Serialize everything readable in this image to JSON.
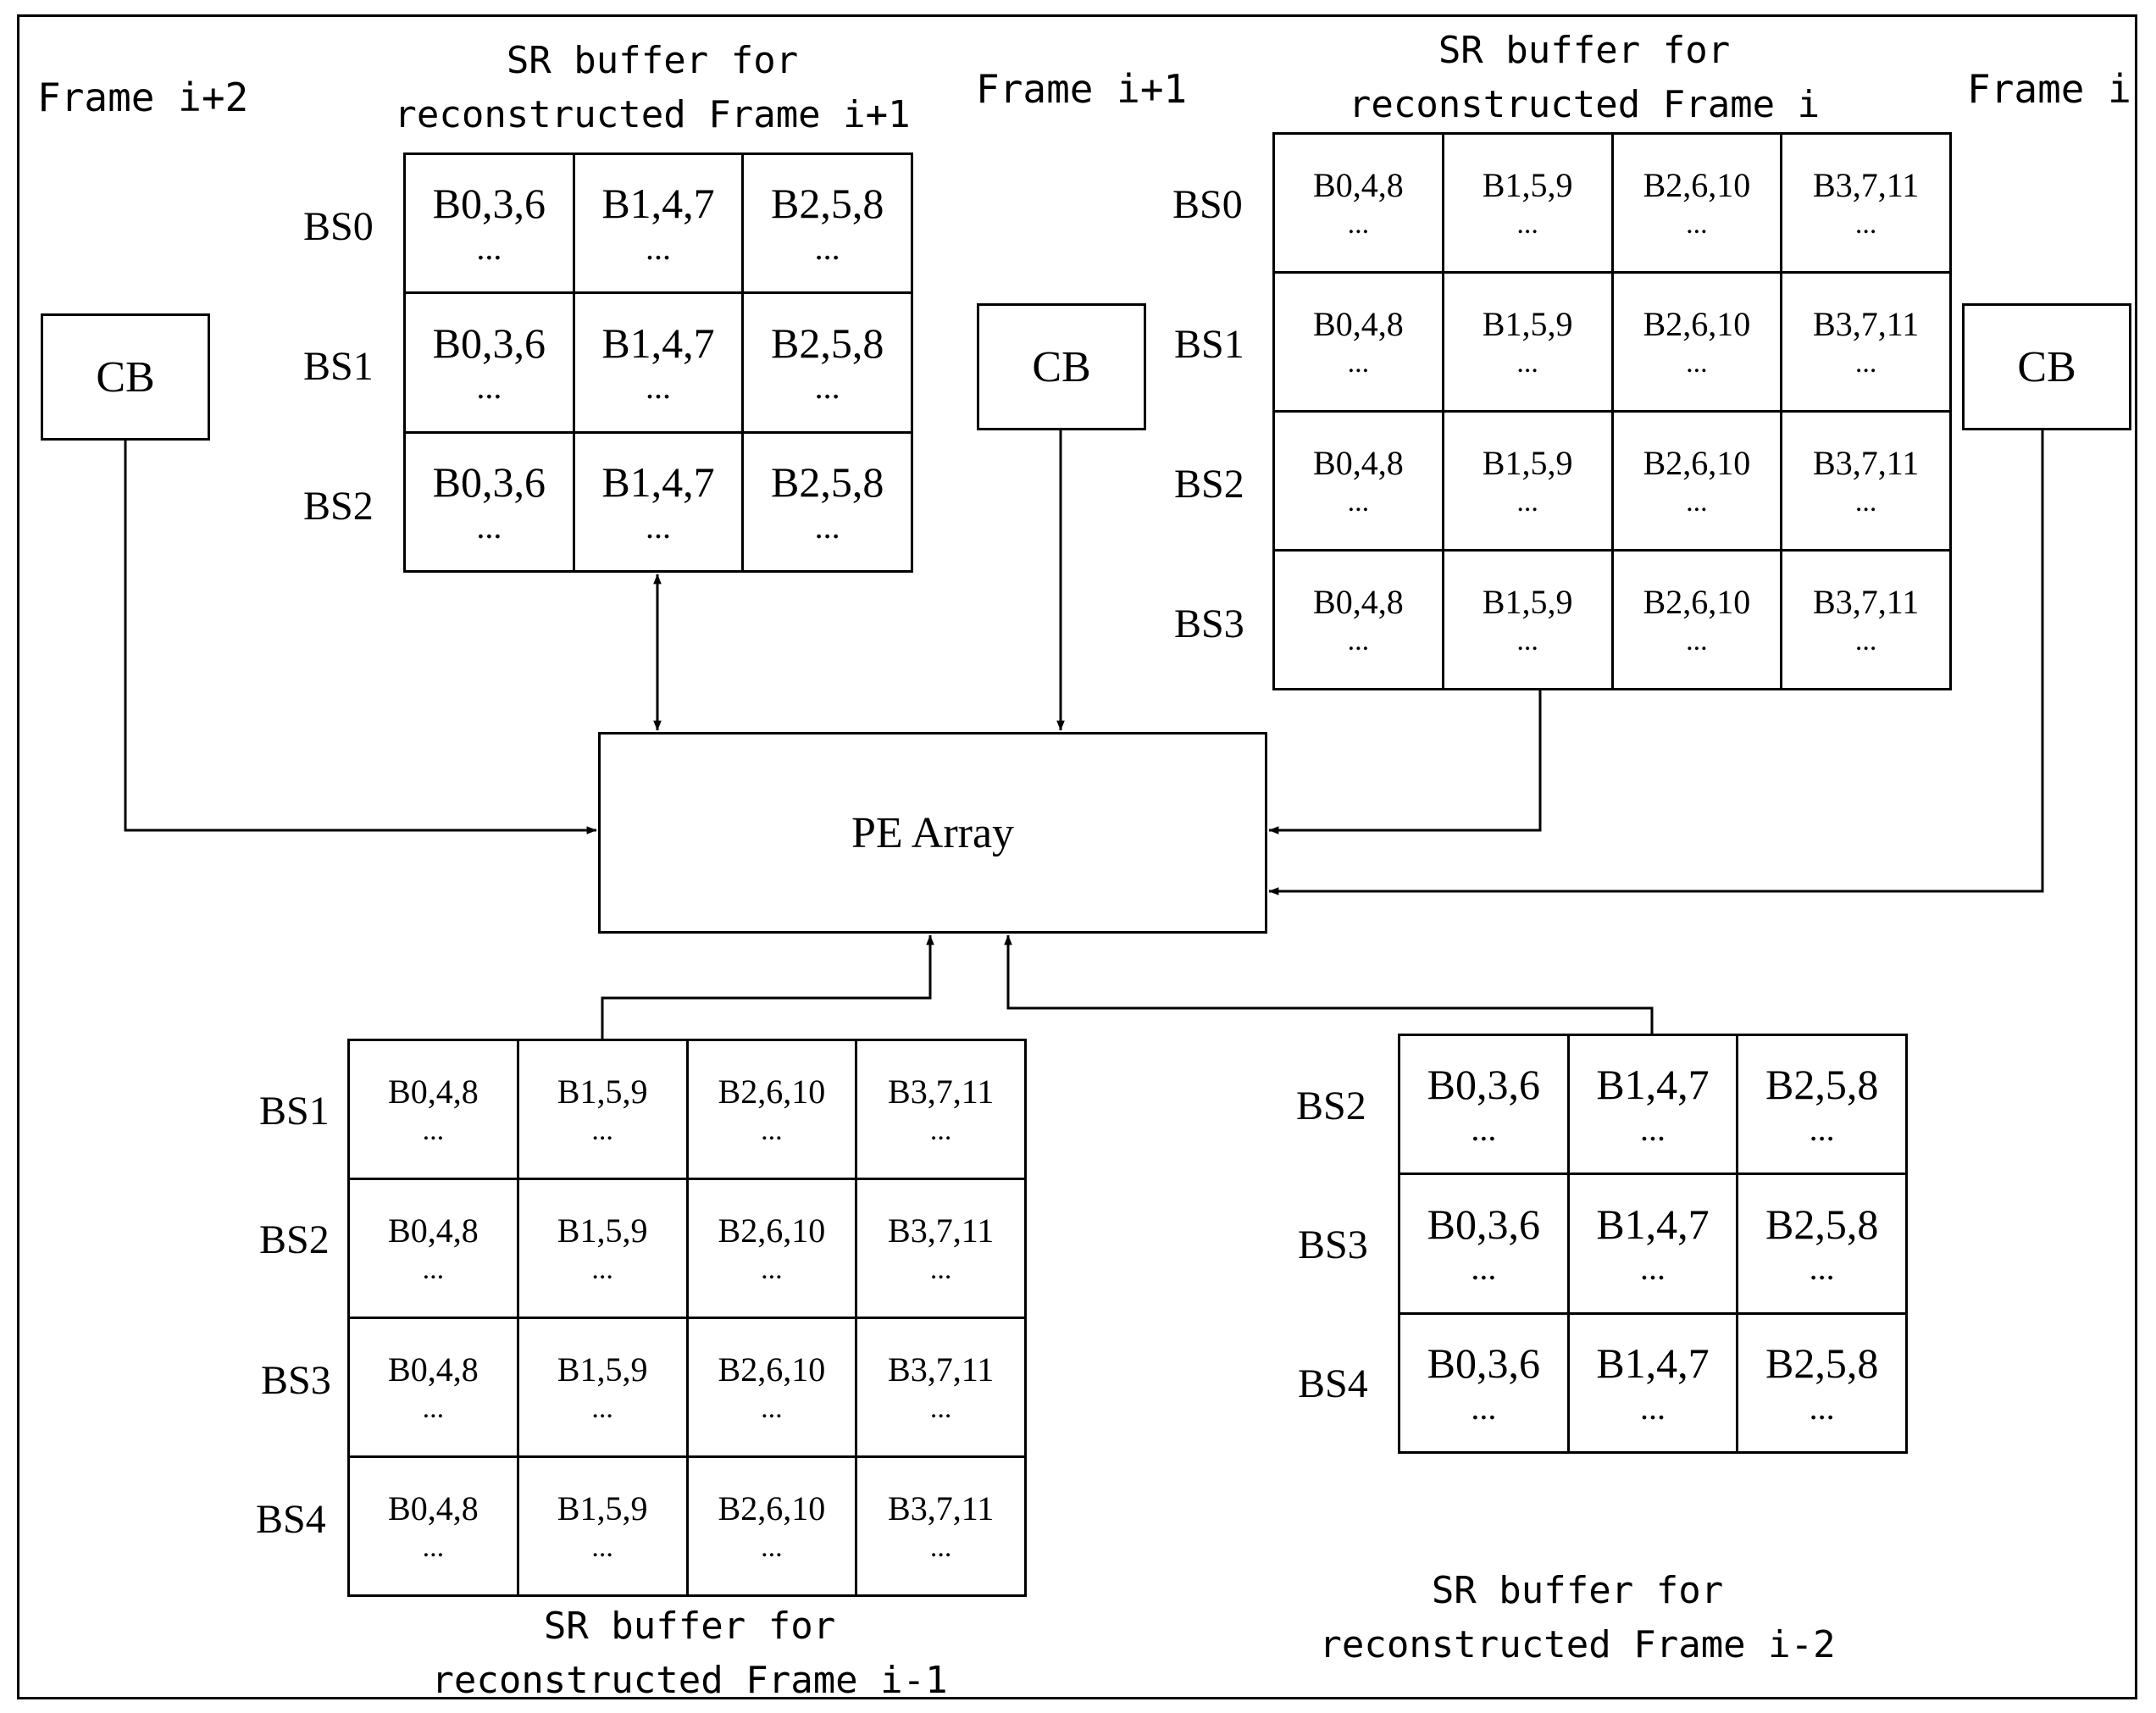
{
  "frames": {
    "frame_i2": "Frame i+2",
    "frame_i1": "Frame i+1",
    "frame_i": "Frame i"
  },
  "cb_label": "CB",
  "pe_label": "PE Array",
  "ellipsis": "...",
  "buffers": {
    "i1": {
      "caption": [
        "SR buffer for",
        "reconstructed Frame i+1"
      ],
      "rows": [
        "BS0",
        "BS1",
        "BS2"
      ],
      "cols": [
        "B0,3,6",
        "B1,4,7",
        "B2,5,8"
      ]
    },
    "i": {
      "caption": [
        "SR buffer for",
        "reconstructed Frame i"
      ],
      "rows": [
        "BS0",
        "BS1",
        "BS2",
        "BS3"
      ],
      "cols": [
        "B0,4,8",
        "B1,5,9",
        "B2,6,10",
        "B3,7,11"
      ]
    },
    "im1": {
      "caption": [
        "SR buffer for",
        "reconstructed Frame i-1"
      ],
      "rows": [
        "BS1",
        "BS2",
        "BS3",
        "BS4"
      ],
      "cols": [
        "B0,4,8",
        "B1,5,9",
        "B2,6,10",
        "B3,7,11"
      ]
    },
    "im2": {
      "caption": [
        "SR buffer for",
        "reconstructed Frame i-2"
      ],
      "rows": [
        "BS2",
        "BS3",
        "BS4"
      ],
      "cols": [
        "B0,3,6",
        "B1,4,7",
        "B2,5,8"
      ]
    }
  }
}
